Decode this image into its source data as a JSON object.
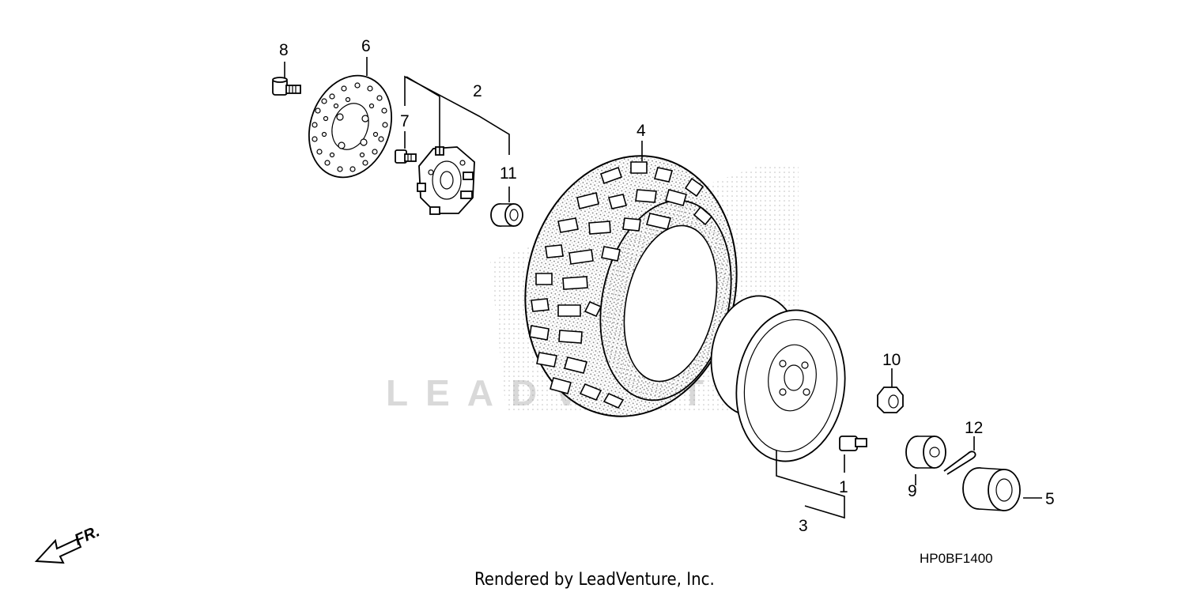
{
  "diagram": {
    "callouts": [
      {
        "id": "1",
        "label": "1"
      },
      {
        "id": "2",
        "label": "2"
      },
      {
        "id": "3",
        "label": "3"
      },
      {
        "id": "4",
        "label": "4"
      },
      {
        "id": "5",
        "label": "5"
      },
      {
        "id": "6",
        "label": "6"
      },
      {
        "id": "7",
        "label": "7"
      },
      {
        "id": "8",
        "label": "8"
      },
      {
        "id": "9",
        "label": "9"
      },
      {
        "id": "10",
        "label": "10"
      },
      {
        "id": "11",
        "label": "11"
      },
      {
        "id": "12",
        "label": "12"
      }
    ],
    "direction_label": "FR.",
    "diagram_code": "HP0BF1400",
    "watermark": "LEADVENTURE",
    "credit": "Rendered by LeadVenture, Inc."
  }
}
